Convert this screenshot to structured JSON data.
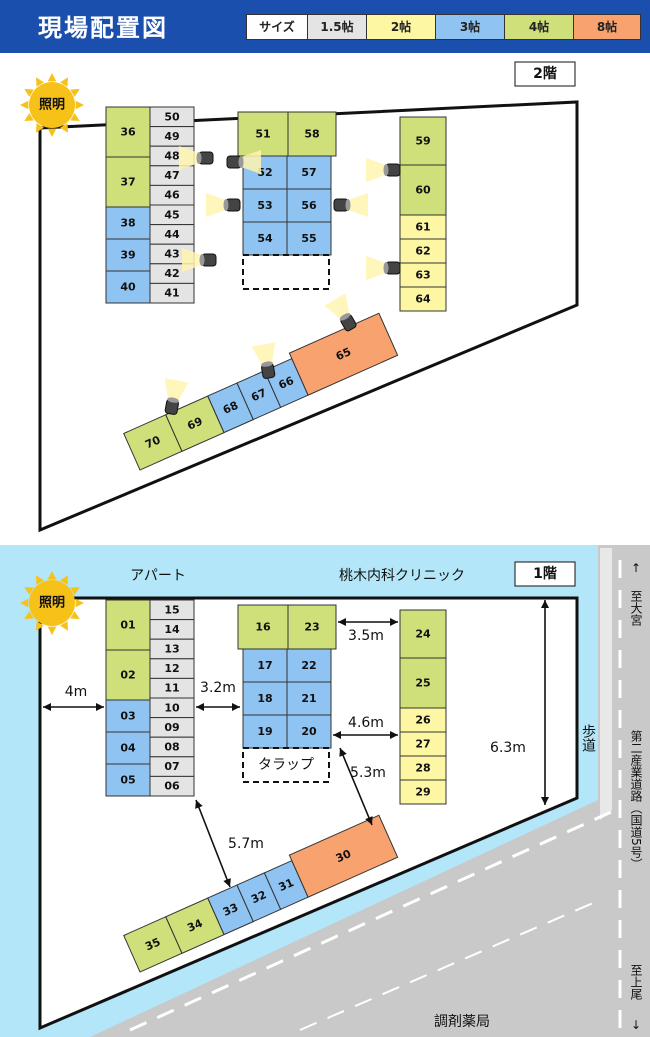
{
  "title": "現場配置図",
  "colors": {
    "header": "#1b4fae",
    "s15": "#e4e4e4",
    "s2": "#fdf7a3",
    "s3": "#8fc4f2",
    "s4": "#cfe07b",
    "s8": "#f7a26f",
    "lower_bg": "#b3e6f8",
    "road": "#c9c9c9",
    "sun": "#f6c21a"
  },
  "legend": [
    {
      "label": "サイズ",
      "color": "#ffffff",
      "key": "none"
    },
    {
      "label": "1.5帖",
      "color": "#e4e4e4",
      "key": "s15"
    },
    {
      "label": "2帖",
      "color": "#fdf7a3",
      "key": "s2"
    },
    {
      "label": "3帖",
      "color": "#8fc4f2",
      "key": "s3"
    },
    {
      "label": "4帖",
      "color": "#cfe07b",
      "key": "s4"
    },
    {
      "label": "8帖",
      "color": "#f7a26f",
      "key": "s8"
    }
  ],
  "floor2": {
    "floor_label": "2階",
    "lighting_label": "照明",
    "units": {
      "left_big": [
        "36",
        "37",
        "38",
        "39",
        "40"
      ],
      "left_small": [
        "50",
        "49",
        "48",
        "47",
        "46",
        "45",
        "44",
        "43",
        "42",
        "41"
      ],
      "center_top": [
        "51",
        "58"
      ],
      "center_grid": [
        "52",
        "57",
        "53",
        "56",
        "54",
        "55"
      ],
      "right_big": [
        "59",
        "60"
      ],
      "right_small": [
        "61",
        "62",
        "63",
        "64"
      ],
      "slanted": [
        "70",
        "69",
        "68",
        "67",
        "66",
        "65"
      ]
    }
  },
  "floor1": {
    "floor_label": "1階",
    "lighting_label": "照明",
    "labels": {
      "apartment": "アパート",
      "clinic": "桃木内科クリニック",
      "pharmacy": "調剤薬局",
      "sidewalk": "歩道",
      "trap": "タラップ",
      "direction_top": "至大宮",
      "road_name": "第二産業道路（国道5号）",
      "direction_bottom": "至上尾"
    },
    "distances": {
      "d_4m": "4m",
      "d_32m": "3.2m",
      "d_35m": "3.5m",
      "d_46m": "4.6m",
      "d_53m": "5.3m",
      "d_57m": "5.7m",
      "d_63m": "6.3m"
    },
    "units": {
      "left_big": [
        "01",
        "02",
        "03",
        "04",
        "05"
      ],
      "left_small": [
        "15",
        "14",
        "13",
        "12",
        "11",
        "10",
        "09",
        "08",
        "07",
        "06"
      ],
      "center_top": [
        "16",
        "23"
      ],
      "center_grid": [
        "17",
        "22",
        "18",
        "21",
        "19",
        "20"
      ],
      "right_big": [
        "24",
        "25"
      ],
      "right_small": [
        "26",
        "27",
        "28",
        "29"
      ],
      "slanted": [
        "35",
        "34",
        "33",
        "32",
        "31",
        "30"
      ]
    }
  }
}
